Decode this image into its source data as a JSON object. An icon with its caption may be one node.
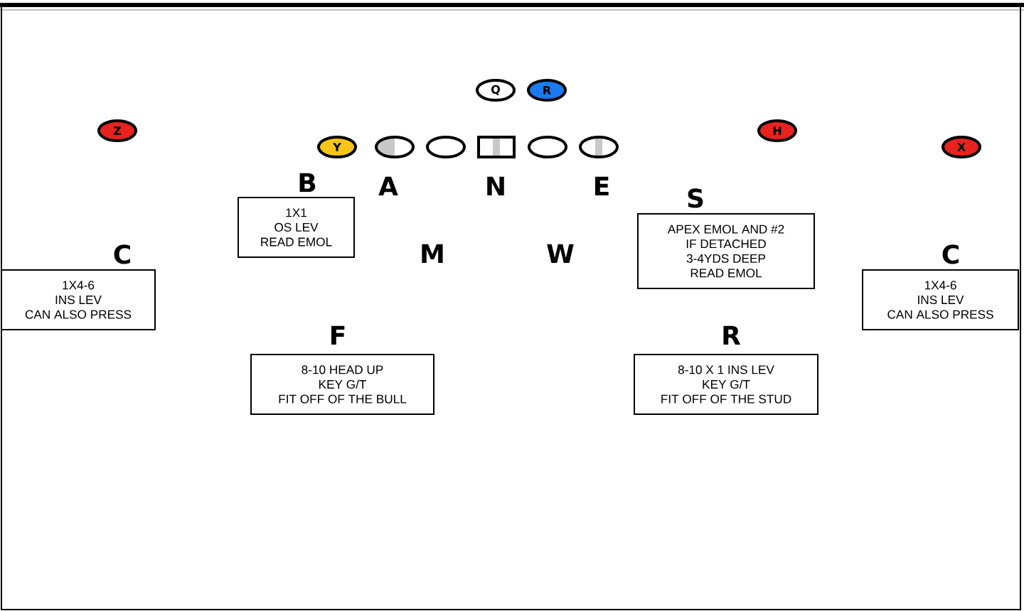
{
  "diagram": {
    "nodes": [
      {
        "text": [
          "Q"
        ]
      },
      {
        "text": [
          "R"
        ]
      },
      {
        "text": [
          "Z"
        ]
      },
      {
        "text": [
          "H"
        ]
      },
      {
        "text": [
          "Y"
        ]
      },
      {
        "text": [],
        "shape": "circle"
      },
      {
        "text": [],
        "shape": "circle"
      },
      {
        "text": [],
        "shape": "box"
      },
      {
        "text": [],
        "shape": "circle"
      },
      {
        "text": [],
        "shape": "circle"
      },
      {
        "text": [
          "X"
        ]
      },
      {
        "text": [
          "B",
          "1X1",
          "OS LEV",
          "READ EMOL"
        ]
      },
      {
        "text": [
          "S",
          "APEX EMOL AND #2",
          "IF DETACHED",
          "3-4YDS DEEP",
          "READ EMOL"
        ]
      },
      {
        "text": [
          "C",
          "1X4-6",
          "INS LEV",
          "CAN ALSO PRESS"
        ]
      },
      {
        "text": [
          "C",
          "1X4-6",
          "INS LEV",
          "CAN ALSO PRESS"
        ]
      },
      {
        "text": [
          "F",
          "8-10 HEAD UP",
          "KEY G/T",
          "FIT OFF OF THE BULL"
        ]
      },
      {
        "text": [
          "R",
          "8-10 X 1 INS LEV",
          "KEY G/T",
          "FIT OFF OF THE STUD"
        ]
      }
    ],
    "labels": [
      "A",
      "N",
      "E",
      "M",
      "W"
    ]
  }
}
